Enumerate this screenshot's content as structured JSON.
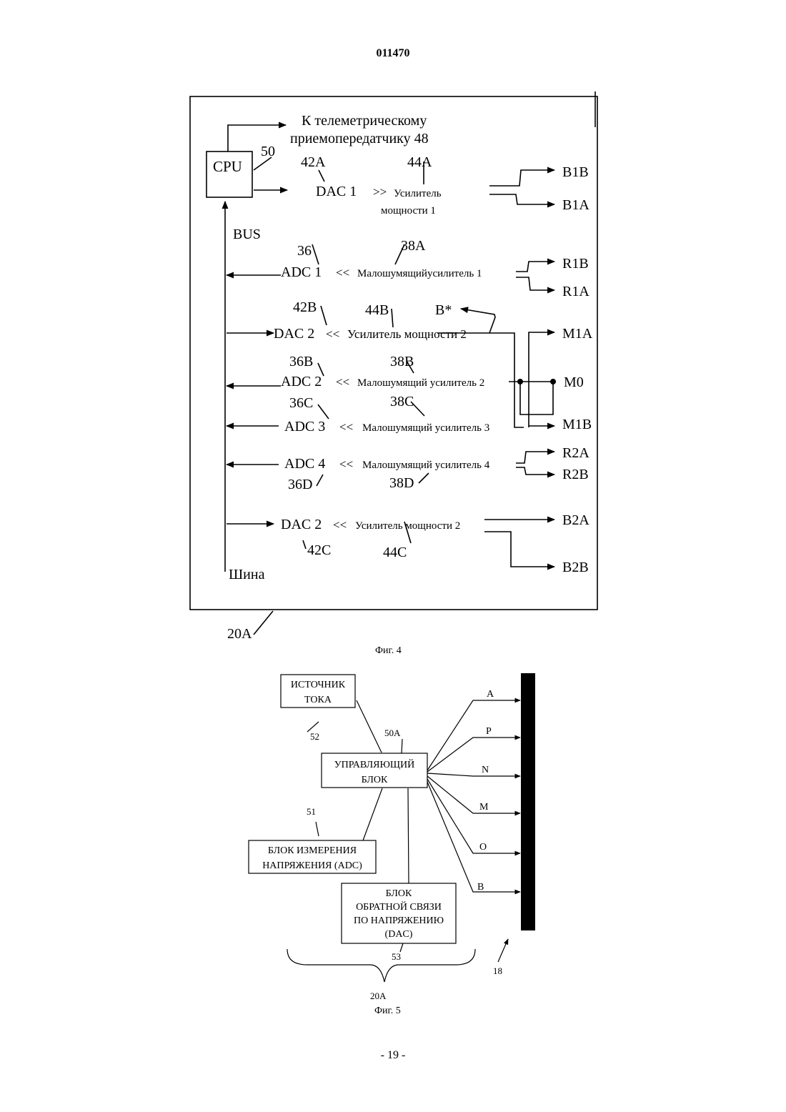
{
  "page": {
    "doc_number": "011470",
    "page_number": "- 19 -"
  },
  "fig4": {
    "caption": "Фиг. 4",
    "telemetry_line1": "К телеметрическому",
    "telemetry_line2": "приемопередатчику  48",
    "cpu": "CPU",
    "ref_cpu": "50",
    "bus": "BUS",
    "shina": "Шина",
    "ref_module": "20A",
    "rows": {
      "dac1": {
        "ref_conv": "42A",
        "ref_amp": "44A",
        "conv": "DAC 1",
        "sym": ">>",
        "amp_line1": "Усилитель",
        "amp_line2": "мощности 1"
      },
      "adc1": {
        "ref_conv": "36",
        "ref_amp": "38A",
        "conv": "ADC 1",
        "sym": "<<",
        "amp": "Малошумящийусилитель 1"
      },
      "dac2": {
        "ref_conv": "42B",
        "ref_amp": "44B",
        "conv": "DAC 2",
        "sym": "<<",
        "amp": "Усилитель мощности 2",
        "bstar": "B*"
      },
      "adc2": {
        "ref_conv": "36B",
        "ref_amp": "38B",
        "conv": "ADC 2",
        "sym": "<<",
        "amp": "Малошумящий усилитель 2"
      },
      "adc3": {
        "ref_conv": "36C",
        "ref_amp": "38C",
        "conv": "ADC 3",
        "sym": "<<",
        "amp": "Малошумящий усилитель 3"
      },
      "adc4": {
        "ref_conv": "36D",
        "ref_amp": "38D",
        "conv": "ADC 4",
        "sym": "<<",
        "amp": "Малошумящий усилитель 4"
      },
      "dac2b": {
        "ref_conv": "42C",
        "ref_amp": "44C",
        "conv": "DAC 2",
        "sym": "<<",
        "amp": "Усилитель мощности 2"
      }
    },
    "outputs": [
      "B1B",
      "B1A",
      "R1B",
      "R1A",
      "M1A",
      "M0",
      "M1B",
      "R2A",
      "R2B",
      "B2A",
      "B2B"
    ]
  },
  "fig5": {
    "caption": "Фиг. 5",
    "source_line1": "ИСТОЧНИК",
    "source_line2": "ТОКА",
    "ref_source": "52",
    "control_line1": "УПРАВЛЯЮЩИЙ",
    "control_line2": "БЛОК",
    "ref_control": "50A",
    "measure_line1": "БЛОК ИЗМЕРЕНИЯ",
    "measure_line2": "НАПРЯЖЕНИЯ (ADC)",
    "ref_measure": "51",
    "feedback_line1": "БЛОК",
    "feedback_line2": "ОБРАТНОЙ СВЯЗИ",
    "feedback_line3": "ПО НАПРЯЖЕНИЮ",
    "feedback_line4": "(DAC)",
    "ref_feedback": "53",
    "ref_group": "20A",
    "ref_electrode": "18",
    "electrodes": [
      "A",
      "P",
      "N",
      "M",
      "O",
      "B"
    ]
  }
}
